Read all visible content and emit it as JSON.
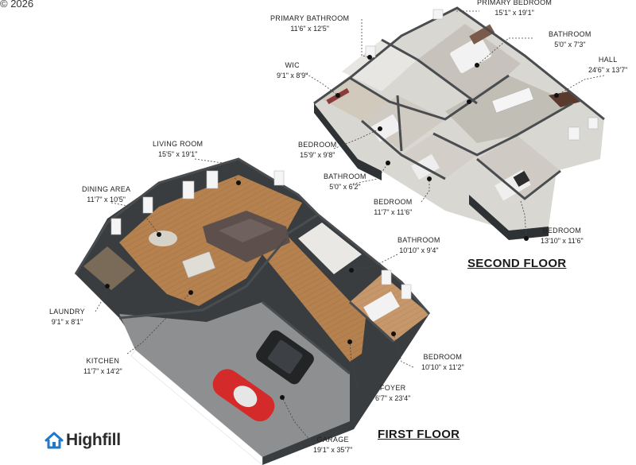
{
  "copyright": "© 2026",
  "brand": {
    "name": "Highfill",
    "icon": "house-icon",
    "color": "#1f78c8"
  },
  "floors": {
    "second": "SECOND FLOOR",
    "first": "FIRST FLOOR"
  },
  "rooms": [
    {
      "id": "primary-bedroom",
      "title": "PRIMARY BEDROOM",
      "dims": "15'1\" x 19'1\""
    },
    {
      "id": "primary-bathroom",
      "title": "PRIMARY BATHROOM",
      "dims": "11'6\" x 12'5\""
    },
    {
      "id": "bathroom-upper",
      "title": "BATHROOM",
      "dims": "5'0\" x 7'3\""
    },
    {
      "id": "hall",
      "title": "HALL",
      "dims": "24'6\" x 13'7\""
    },
    {
      "id": "wic",
      "title": "WIC",
      "dims": "9'1\" x 8'9\""
    },
    {
      "id": "bedroom-2",
      "title": "BEDROOM",
      "dims": "15'9\" x 9'8\""
    },
    {
      "id": "bathroom-2",
      "title": "BATHROOM",
      "dims": "5'0\" x 6'2\""
    },
    {
      "id": "bedroom-3",
      "title": "BEDROOM",
      "dims": "11'7\" x 11'6\""
    },
    {
      "id": "bedroom-4",
      "title": "BEDROOM",
      "dims": "13'10\" x 11'6\""
    },
    {
      "id": "living-room",
      "title": "LIVING ROOM",
      "dims": "15'5\" x 19'1\""
    },
    {
      "id": "dining-area",
      "title": "DINING AREA",
      "dims": "11'7\" x 10'5\""
    },
    {
      "id": "bathroom-main",
      "title": "BATHROOM",
      "dims": "10'10\" x 9'4\""
    },
    {
      "id": "laundry",
      "title": "LAUNDRY",
      "dims": "9'1\" x 8'1\""
    },
    {
      "id": "kitchen",
      "title": "KITCHEN",
      "dims": "11'7\" x 14'2\""
    },
    {
      "id": "bedroom-main",
      "title": "BEDROOM",
      "dims": "10'10\" x 11'2\""
    },
    {
      "id": "foyer",
      "title": "FOYER",
      "dims": "6'7\" x 23'4\""
    },
    {
      "id": "garage",
      "title": "GARAGE",
      "dims": "19'1\" x 35'7\""
    }
  ],
  "colors": {
    "wall": "#3a3d40",
    "floor_wood": "#b5814f",
    "garage": "#8e8f91",
    "tile": "#c9c6bd",
    "car": "#d52a2a",
    "suv": "#222426"
  }
}
